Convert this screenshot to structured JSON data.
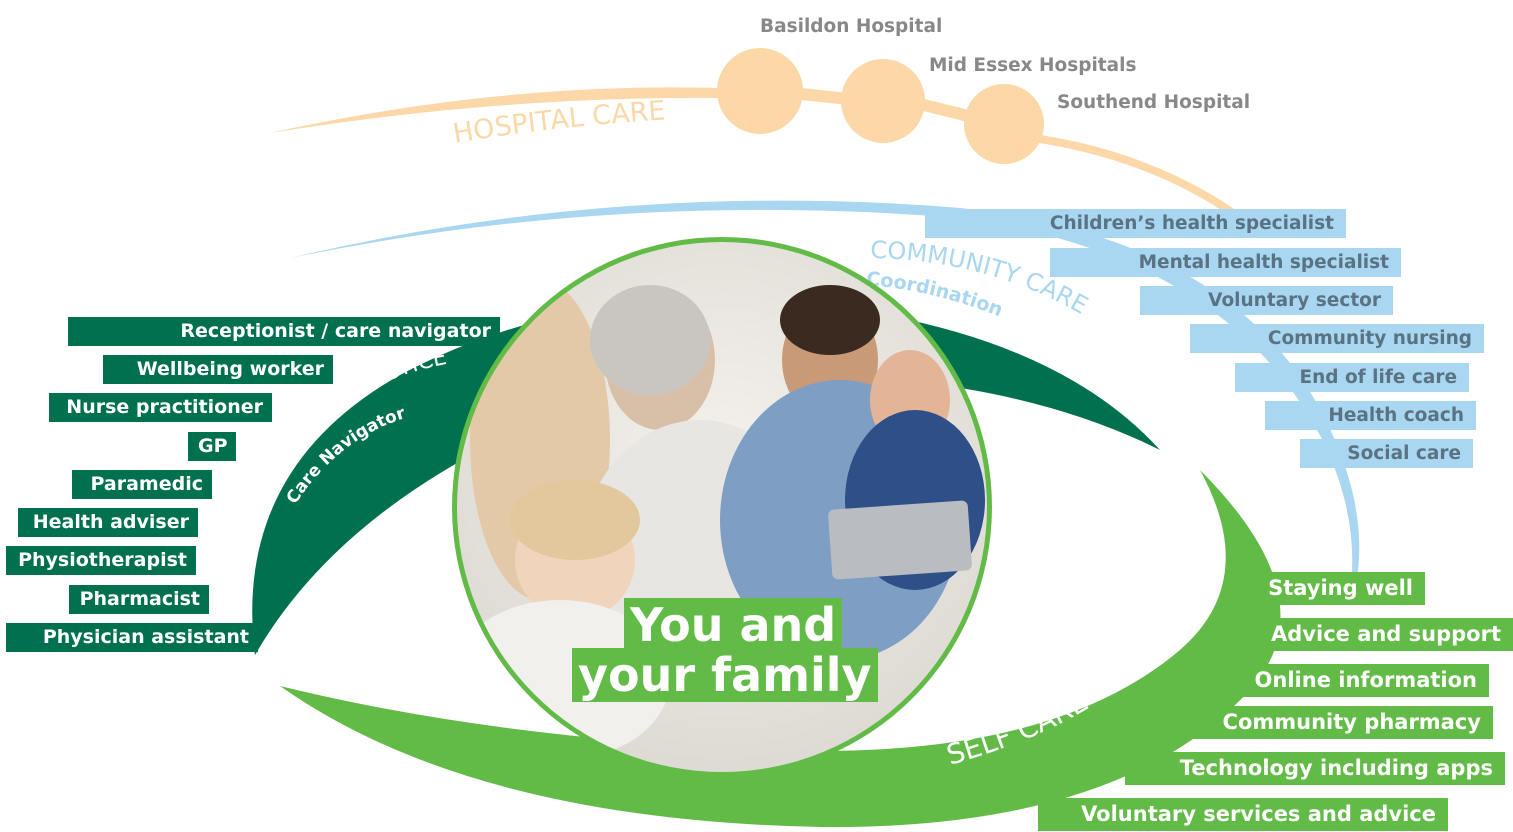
{
  "hospital_care": {
    "label": "HOSPITAL CARE",
    "hospitals": [
      "Basildon Hospital",
      "Mid Essex Hospitals",
      "Southend Hospital"
    ]
  },
  "community_care": {
    "label": "COMMUNITY CARE",
    "sublabel": "Coordination",
    "items": [
      "Children’s health specialist",
      "Mental health specialist",
      "Voluntary sector",
      "Community nursing",
      "End of life care",
      "Health coach",
      "Social care"
    ]
  },
  "general_practice": {
    "label": "GENERAL PRACTICE",
    "sublabel": "Care Navigator",
    "items": [
      "Receptionist / care navigator",
      "Wellbeing worker",
      "Nurse practitioner",
      "GP",
      "Paramedic",
      "Health adviser",
      "Physiotherapist",
      "Pharmacist",
      "Physician assistant"
    ]
  },
  "self_care": {
    "label": "SELF CARE",
    "items": [
      "Staying well",
      "Advice and support",
      "Online information",
      "Community pharmacy",
      "Technology including apps",
      "Voluntary services and advice"
    ]
  },
  "center": {
    "line1": "You and",
    "line2": "your family"
  },
  "colors": {
    "hospital": "#fcd8a8",
    "community": "#a9d6f0",
    "general_practice": "#00704f",
    "self_care": "#62bb46"
  }
}
